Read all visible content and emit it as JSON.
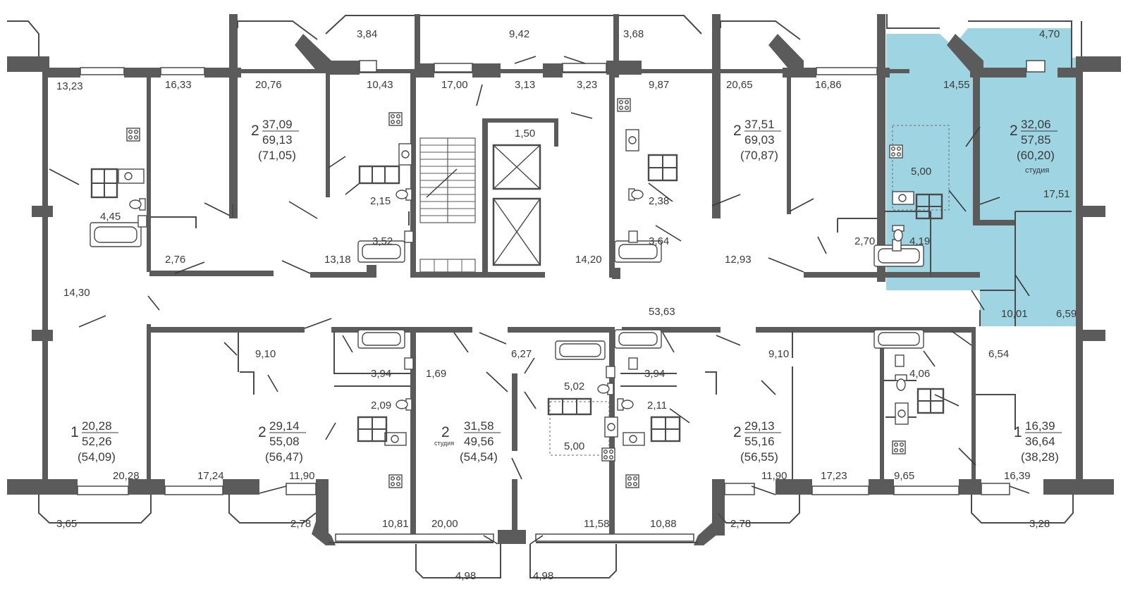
{
  "colors": {
    "highlight": "#9fd4e2",
    "wall": "#5b5b5b",
    "text": "#3a3a3a",
    "background": "#ffffff"
  },
  "apartments": [
    {
      "id": "a1",
      "rooms": "2",
      "living": "37,09",
      "total": "69,13",
      "with_balcony": "(71,05)",
      "note": ""
    },
    {
      "id": "a2",
      "rooms": "2",
      "living": "37,51",
      "total": "69,03",
      "with_balcony": "(70,87)",
      "note": ""
    },
    {
      "id": "a3",
      "rooms": "2",
      "living": "32,06",
      "total": "57,85",
      "with_balcony": "(60,20)",
      "note": "студия"
    },
    {
      "id": "a4",
      "rooms": "1",
      "living": "20,28",
      "total": "52,26",
      "with_balcony": "(54,09)",
      "note": ""
    },
    {
      "id": "a5",
      "rooms": "2",
      "living": "29,14",
      "total": "55,08",
      "with_balcony": "(56,47)",
      "note": ""
    },
    {
      "id": "a6",
      "rooms": "2",
      "living": "31,58",
      "total": "49,56",
      "with_balcony": "(54,54)",
      "note": "студия"
    },
    {
      "id": "a7",
      "rooms": "2",
      "living": "29,13",
      "total": "55,16",
      "with_balcony": "(56,55)",
      "note": ""
    },
    {
      "id": "a8",
      "rooms": "1",
      "living": "16,39",
      "total": "36,64",
      "with_balcony": "(38,28)",
      "note": ""
    }
  ],
  "room_areas": [
    "3,84",
    "9,42",
    "3,68",
    "4,70",
    "13,23",
    "16,33",
    "20,76",
    "10,43",
    "17,00",
    "3,13",
    "3,23",
    "9,87",
    "20,65",
    "16,86",
    "14,55",
    "1,50",
    "5,00",
    "2,15",
    "2,38",
    "4,45",
    "17,51",
    "2,76",
    "3,52",
    "13,18",
    "14,20",
    "3,64",
    "12,93",
    "2,70",
    "4,19",
    "14,30",
    "53,63",
    "10,01",
    "6,59",
    "9,10",
    "6,27",
    "9,10",
    "6,54",
    "1,69",
    "3,94",
    "3,94",
    "4,06",
    "5,02",
    "2,09",
    "2,11",
    "5,00",
    "20,28",
    "17,24",
    "11,90",
    "11,90",
    "17,23",
    "9,65",
    "16,39",
    "3,65",
    "2,78",
    "10,81",
    "20,00",
    "11,58",
    "10,88",
    "2,78",
    "3,28",
    "4,98",
    "4,98"
  ]
}
